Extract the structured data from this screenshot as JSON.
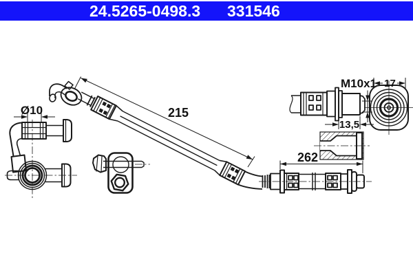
{
  "header": {
    "part_number": "24.5265-0498.3",
    "catalog_number": "331546"
  },
  "colors": {
    "header_bg": "#1414fa",
    "header_text": "#ffffff",
    "line": "#1a1a1a",
    "background": "#ffffff"
  },
  "dimensions": {
    "diameter_label": "Ø10",
    "upper_hose_length": "215",
    "lower_hose_length": "262",
    "thread_spec": "M10x1",
    "hex_width": "17",
    "thread_length": "13,5"
  }
}
